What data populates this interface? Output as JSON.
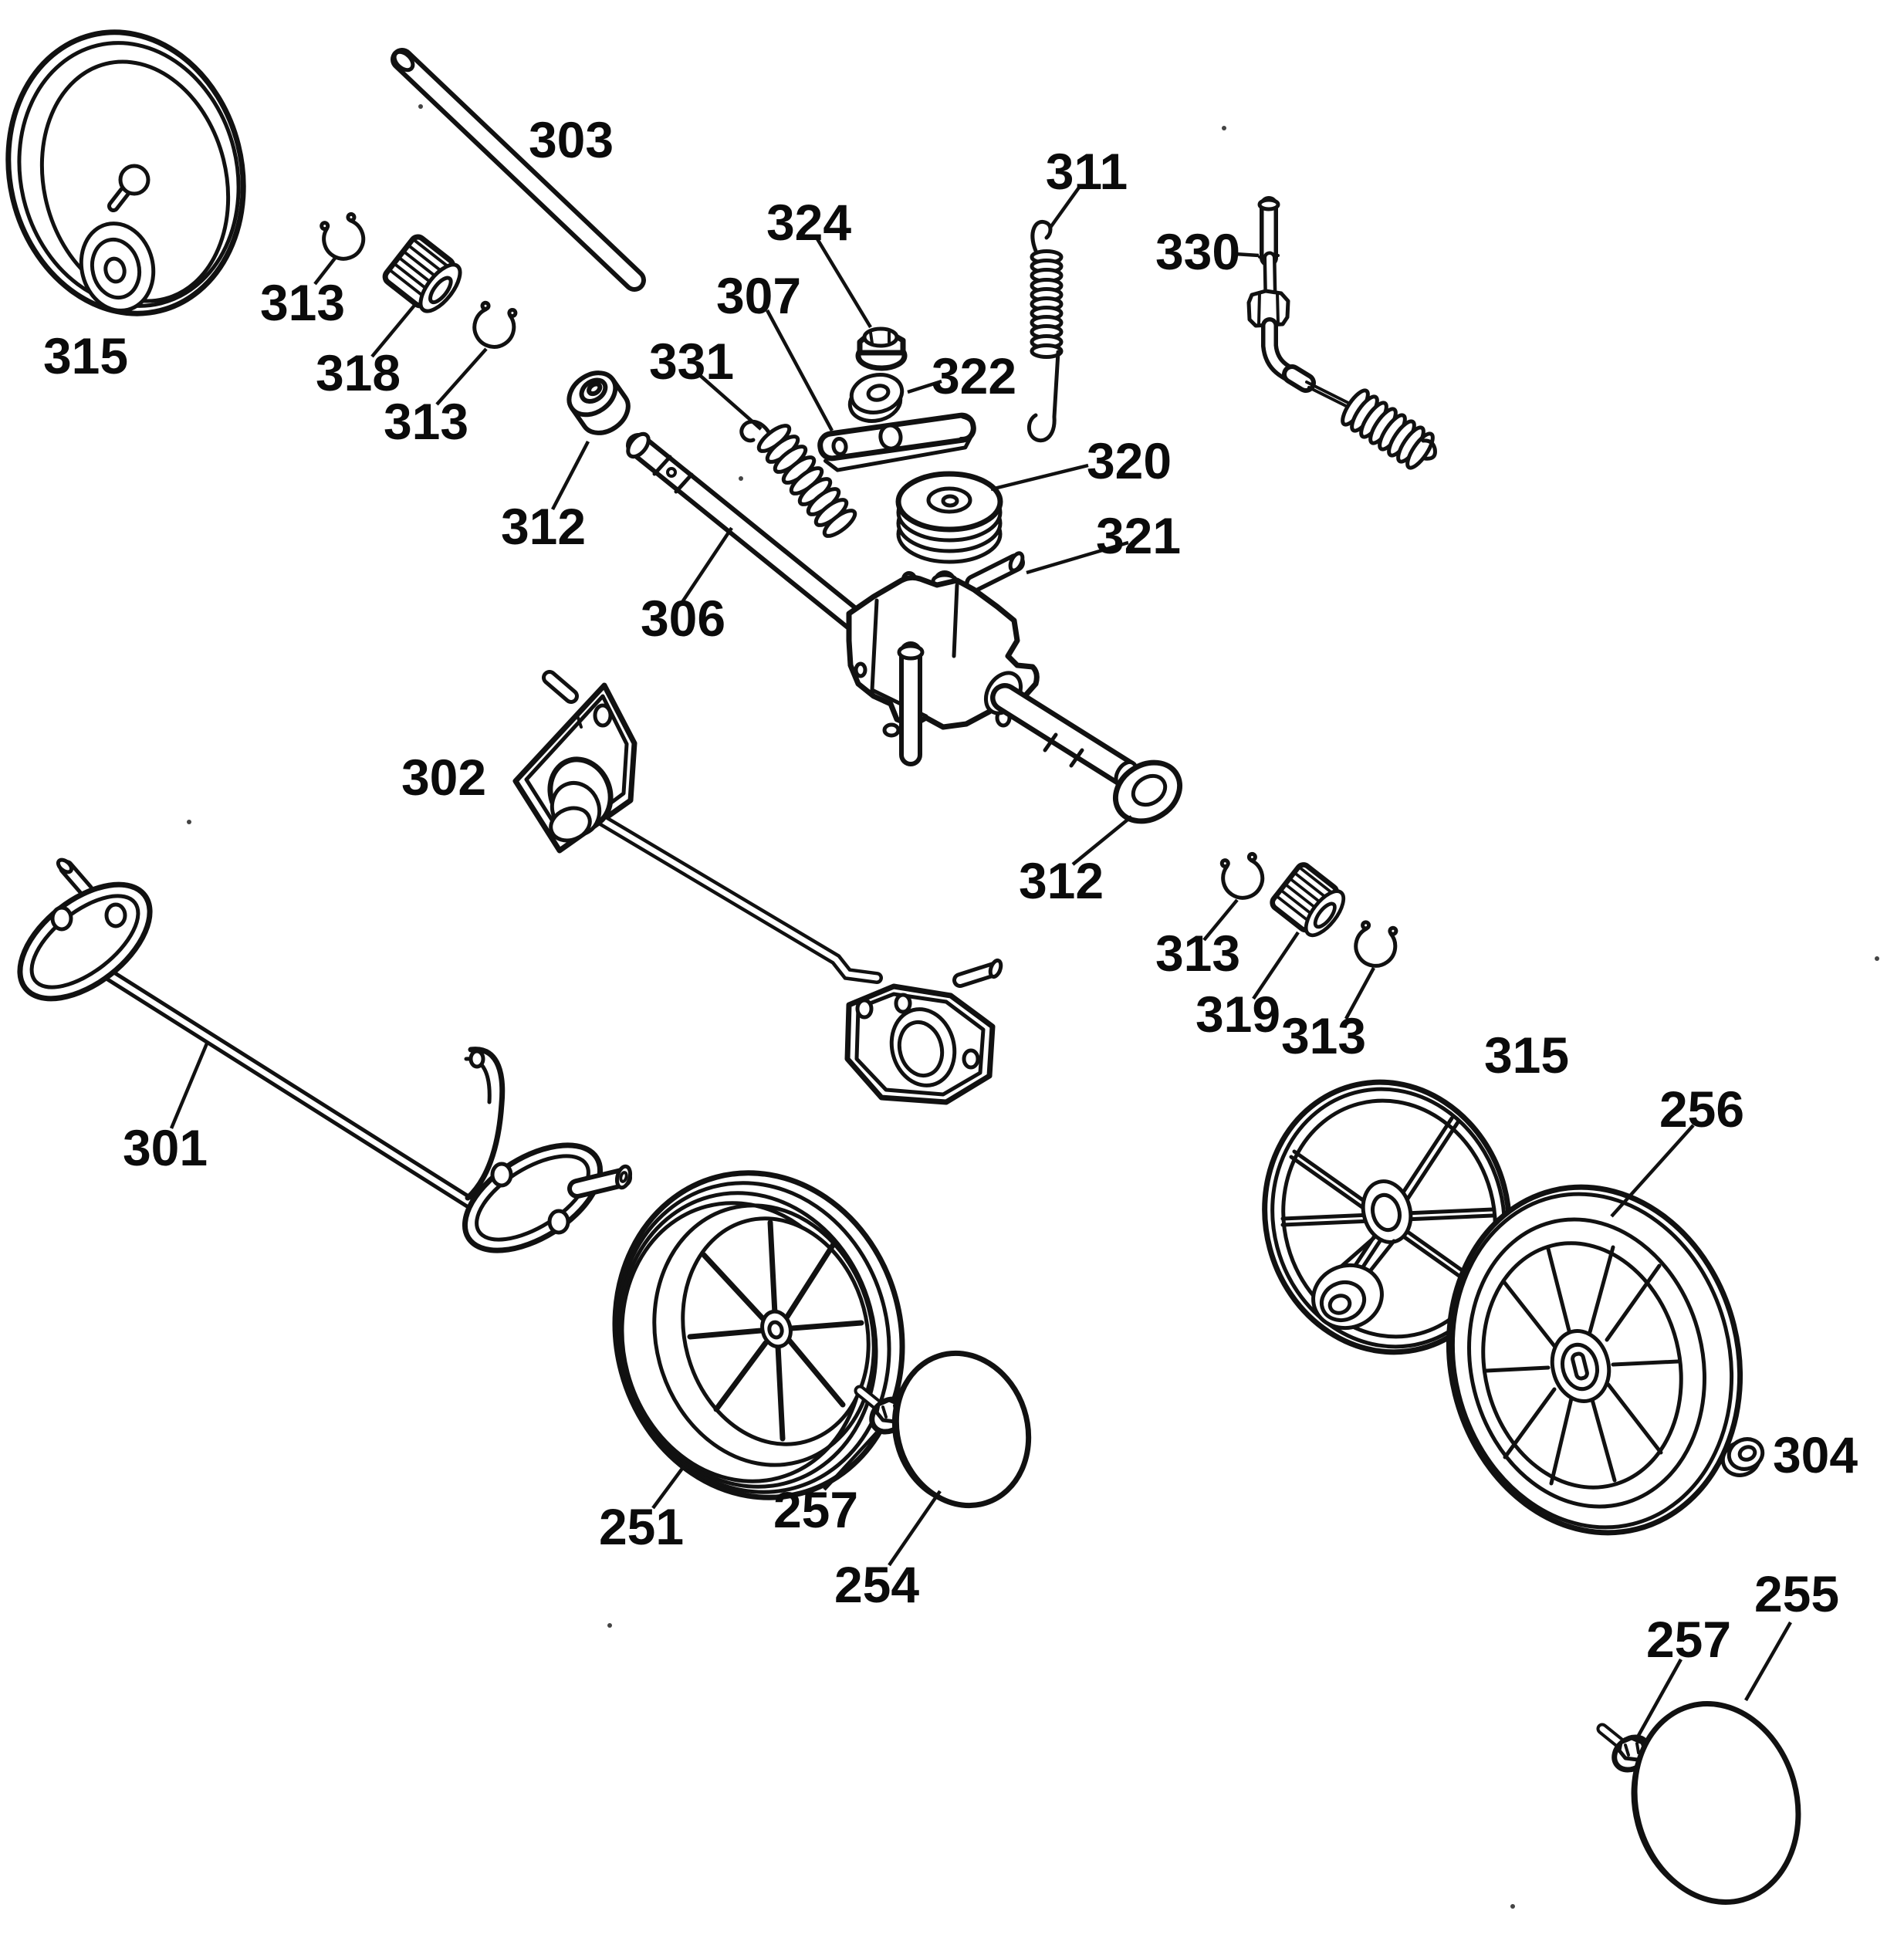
{
  "palette": {
    "background": "#ffffff",
    "ink": "#111111"
  },
  "diagram_kind": "exploded-parts-diagram",
  "labels": {
    "l315_left": "315",
    "l313_a": "313",
    "l318": "318",
    "l313_b": "313",
    "l303": "303",
    "l312_left": "312",
    "l331": "331",
    "l306": "306",
    "l307": "307",
    "l324": "324",
    "l322": "322",
    "l311": "311",
    "l330": "330",
    "l320": "320",
    "l321": "321",
    "l302": "302",
    "l312_right": "312",
    "l313_c": "313",
    "l319": "319",
    "l313_d": "313",
    "l315_right": "315",
    "l256": "256",
    "l301": "301",
    "l251": "251",
    "l257_left": "257",
    "l254": "254",
    "l304": "304",
    "l255": "255",
    "l257_right": "257"
  }
}
